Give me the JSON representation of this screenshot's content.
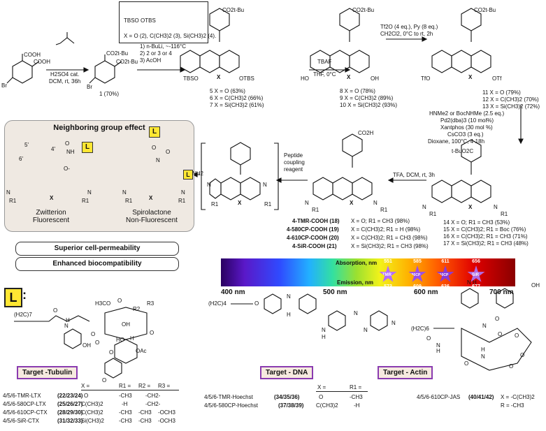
{
  "top_box": {
    "reagent": "TBSO            OTBS",
    "legend": "X = O (2), C(CH3)2 (3), Si(CH3)2 (4)."
  },
  "step1": {
    "cond1": "H2SO4 cat.",
    "cond2": "DCM, rt, 36h",
    "sm_labels": [
      "COOH",
      "COOH",
      "Br"
    ]
  },
  "cmpd1": {
    "label": "1 (70%)",
    "groups": [
      "CO2t-Bu",
      "CO2t-Bu",
      "Br"
    ]
  },
  "step2": {
    "lines": [
      "1) n-BuLi, ~-116°C",
      "2) 2 or 3 or 4",
      "3) AcOH"
    ]
  },
  "cmpd5_7": {
    "groups": [
      "CO2t-Bu",
      "TBSO",
      "OTBS",
      "X"
    ],
    "lines": [
      "5 X = O    (63%)",
      "6 X = C(CH3)2 (66%)",
      "7 X = Si(CH3)2 (61%)"
    ]
  },
  "step3": {
    "lines": [
      "TBAF",
      "THF, 0°C"
    ]
  },
  "cmpd8_10": {
    "groups": [
      "CO2t-Bu",
      "HO",
      "OH",
      "X"
    ],
    "lines": [
      "8 X = O    (78%)",
      "9 X = C(CH3)2 (89%)",
      "10 X = Si(CH3)2 (93%)"
    ]
  },
  "step4": {
    "lines": [
      "Tf2O (4 eq.), Py (8 eq.)",
      "CH2Cl2, 0°C to rt, 2h"
    ]
  },
  "cmpd11_13": {
    "groups": [
      "CO2t-Bu",
      "TfO",
      "OTf",
      "X"
    ],
    "lines": [
      "11 X = O    (79%)",
      "12 X = C(CH3)2 (70%)",
      "13 X = Si(CH3)2 (72%)"
    ]
  },
  "step5": {
    "lines": [
      "HNMe2 or BocNHMe (2.5 eq.)",
      "Pd2(dba)3 (10 mol%)",
      "Xantphos (30 mol %)",
      "CsCO3 (3 eq.)",
      "Dioxane, 100°C, 4-18h"
    ]
  },
  "cmpd14_17": {
    "groups": [
      "t-BuO2C",
      "N",
      "N",
      "R1",
      "R1",
      "X"
    ],
    "lines": [
      "14 X = O; R1 = CH3  (53%)",
      "15 X = C(CH3)2; R1 = Boc  (76%)",
      "16 X = C(CH3)2; R1 = CH3  (71%)",
      "17 X = Si(CH3)2; R1 = CH3  (48%)"
    ]
  },
  "step6": {
    "lines": [
      "TFA, DCM, rt, 3h"
    ]
  },
  "acids": {
    "groups": [
      "CO2H",
      "N",
      "N",
      "R1",
      "R1",
      "X"
    ],
    "names": [
      "4-TMR-COOH (18)",
      "4-580CP-COOH (19)",
      "4-610CP-COOH (20)",
      "4-SiR-COOH (21)"
    ],
    "defs": [
      "X = O; R1 = CH3  (98%)",
      "X = C(CH3)2; R1 = H  (98%)",
      "X = C(CH3)2; R1 = CH3  (98%)",
      "X = Si(CH3)2; R1 = CH3  (98%)"
    ]
  },
  "step7": {
    "lines": [
      "Peptide",
      "coupling",
      "reagent"
    ]
  },
  "bracket": {
    "groups": [
      "N",
      "N",
      "R1",
      "R1",
      "X"
    ]
  },
  "panel": {
    "title": "Neighboring group effect",
    "left_caption": [
      "Zwitterion",
      "Fluorescent"
    ],
    "right_caption": [
      "Spirolactone",
      "Non-Fluorescent"
    ],
    "atom_labels": [
      "5'",
      "6'",
      "4'",
      "NH",
      "O",
      "O-",
      "N",
      "N",
      "R1",
      "R1",
      "X",
      "N",
      "N",
      "R1",
      "R1",
      "X",
      "N",
      "O",
      "O"
    ],
    "L": "L",
    "lnh2": "NH2"
  },
  "pills": [
    "Superior cell-permeability",
    "Enhanced biocompatibility"
  ],
  "spectrum": {
    "absorption_label": "Absorption, nm",
    "emission_label": "Emission, nm",
    "ticks": [
      "400 nm",
      "500 nm",
      "600 nm",
      "700 nm"
    ],
    "dyes": [
      {
        "name": "TMR",
        "abs": "551",
        "em": "573",
        "color": "#b46cff"
      },
      {
        "name": "580CP",
        "abs": "585",
        "em": "609",
        "color": "#9b4fe6"
      },
      {
        "name": "610CP",
        "abs": "611",
        "em": "636",
        "color": "#8a3bd6"
      },
      {
        "name": "SiR",
        "abs": "656",
        "em": "677",
        "color": "#b06be6"
      }
    ]
  },
  "L_label": {
    "letter": "L",
    "colon": ":"
  },
  "ligand_tubulin": {
    "atoms": [
      "(H2C)7",
      "O",
      "N",
      "H",
      "O",
      "OH",
      "O",
      "H3CO",
      "O",
      "R2",
      "R3",
      "HO",
      "OAc",
      "O",
      "O",
      "OH",
      "H",
      "O"
    ],
    "target": "Target -Tubulin",
    "header": [
      "X =",
      "R1 =",
      "R2 =",
      "R3 ="
    ],
    "rows": [
      {
        "name": "4/5/6-TMR-LTX",
        "ids": "(22/23/24)",
        "x": "O",
        "r1": "-CH3",
        "r2": "-CH2-",
        "r3": ""
      },
      {
        "name": "4/5/6-580CP-LTX",
        "ids": "(25/26/27)",
        "x": "C(CH3)2",
        "r1": "-H",
        "r2": "-CH2-",
        "r3": ""
      },
      {
        "name": "4/5/6-610CP-CTX",
        "ids": "(28/29/30)",
        "x": "C(CH3)2",
        "r1": "-CH3",
        "r2": "-CH3",
        "r3": "-OCH3"
      },
      {
        "name": "4/5/6-SiR-CTX",
        "ids": "(31/32/33)",
        "x": "Si(CH3)2",
        "r1": "-CH3",
        "r2": "-CH3",
        "r3": "-OCH3"
      }
    ]
  },
  "ligand_dna": {
    "atoms": [
      "(H2C)4",
      "O",
      "N",
      "H",
      "N",
      "H",
      "N",
      "N",
      "N"
    ],
    "target": "Target - DNA",
    "header": [
      "X =",
      "R1 ="
    ],
    "rows": [
      {
        "name": "4/5/6-TMR-Hoechst",
        "ids": "(34/35/36)",
        "x": "O",
        "r1": "-CH3"
      },
      {
        "name": "4/5/6-580CP-Hoechst",
        "ids": "(37/38/39)",
        "x": "C(CH3)2",
        "r1": "-H"
      }
    ]
  },
  "ligand_actin": {
    "atoms": [
      "(H2C)6",
      "O",
      "N",
      "H",
      "N",
      "H",
      "O",
      "N",
      "O",
      "O",
      "OH",
      "O",
      "N",
      "H",
      "O",
      "O"
    ],
    "target": "Target - Actin",
    "rows": [
      {
        "name": "4/5/6-610CP-JAS",
        "ids": "(40/41/42)",
        "def1": "X = -C(CH3)2",
        "def2": "R = -CH3"
      }
    ]
  }
}
